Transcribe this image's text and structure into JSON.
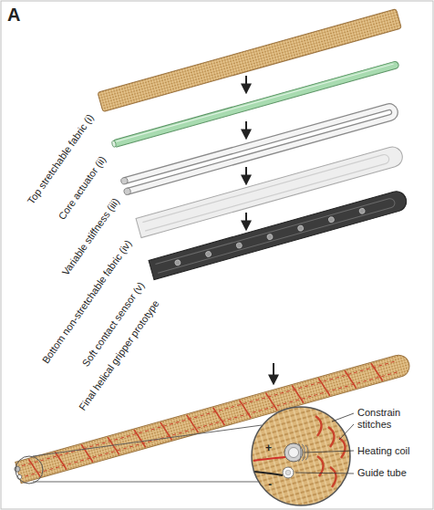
{
  "diagram": {
    "labels": [
      "A",
      "Top stretchable fabric (i)",
      "Core actuator (ii)",
      "Variable stiffness (iii)",
      "Bottom non-stretchable fabric (iv)",
      "Soft contact sensor (v)",
      "Final helical gripper prototype",
      "Constrain stitches",
      "Heating coil",
      "Guide tube",
      "+",
      "-"
    ]
  }
}
